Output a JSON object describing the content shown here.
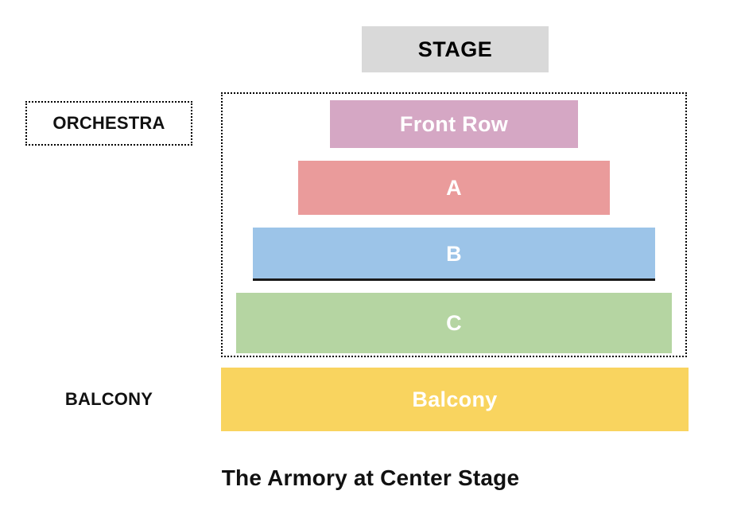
{
  "stage": {
    "label": "STAGE",
    "color": "#d9d9d9"
  },
  "zones": [
    {
      "key": "orchestra",
      "label": "ORCHESTRA"
    },
    {
      "key": "balcony",
      "label": "BALCONY"
    }
  ],
  "zone_labels": {
    "orchestra": "ORCHESTRA",
    "balcony": "BALCONY"
  },
  "rows": [
    {
      "label": "Front Row",
      "zone": "ORCHESTRA",
      "color": "#d5a7c4"
    },
    {
      "label": "A",
      "zone": "ORCHESTRA",
      "color": "#ea9b9b"
    },
    {
      "label": "B",
      "zone": "ORCHESTRA",
      "color": "#9cc4e8"
    },
    {
      "label": "C",
      "zone": "ORCHESTRA",
      "color": "#b5d5a2"
    },
    {
      "label": "Balcony",
      "zone": "BALCONY",
      "color": "#f9d45f"
    }
  ],
  "venue": {
    "title": "The Armory at Center Stage"
  }
}
